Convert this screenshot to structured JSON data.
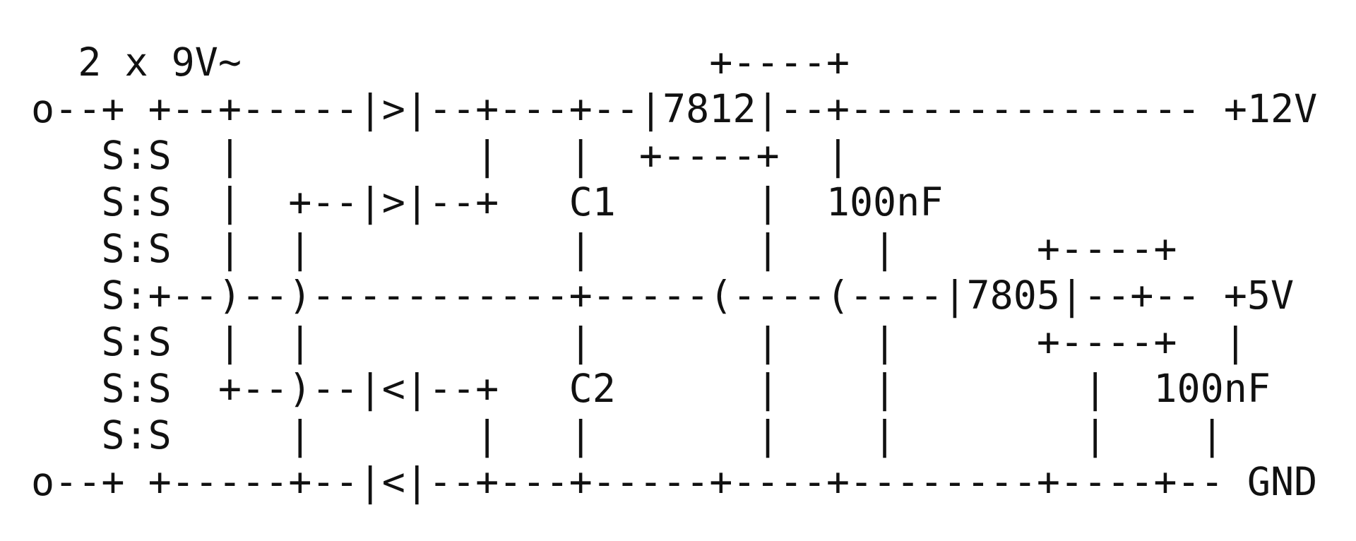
{
  "schematic": {
    "lines": [
      "  2 x 9V~                    +----+",
      "o--+ +--+-----|>|--+---+--|7812|--+--------------- +12V",
      "   S:S  |          |   |  +----+  |",
      "   S:S  |  +--|>|--+   C1      |  100nF",
      "   S:S  |  |           |       |    |      +----+",
      "   S:+--)--)-----------+-----(----(----|7805|--+-- +5V",
      "   S:S  |  |           |       |    |      +----+  |",
      "   S:S  +--)--|<|--+   C2      |    |        |  100nF",
      "   S:S     |       |   |       |    |        |    |",
      "o--+ +-----+--|<|--+---+-----+----+--------+----+-- GND"
    ]
  }
}
